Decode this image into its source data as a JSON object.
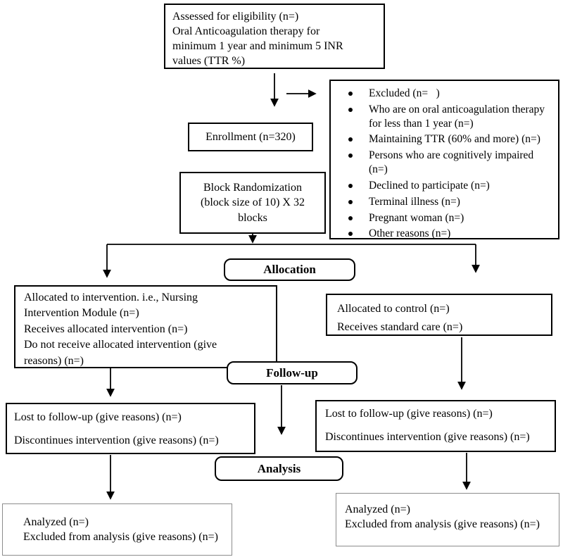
{
  "colors": {
    "background": "#ffffff",
    "line": "#000000",
    "ink": "#000000",
    "muted_border": "#8c8c8c"
  },
  "nodes": {
    "eligibility": {
      "text": "Assessed for eligibility (n=)\nOral Anticoagulation therapy for\nminimum 1 year and minimum 5 INR\nvalues (TTR %)"
    },
    "excluded": {
      "items": [
        "Excluded (n=   )",
        "Who are on oral anticoagulation therapy for less than 1 year (n=)",
        "Maintaining TTR (60% and more) (n=)",
        "Persons who are cognitively impaired (n=)",
        "Declined to participate (n=)",
        "Terminal illness (n=)",
        "Pregnant woman (n=)",
        "Other reasons (n=)"
      ]
    },
    "enrollment": {
      "text": "Enrollment (n=320)"
    },
    "randomization": {
      "text": "Block Randomization\n(block size of 10) X 32\nblocks"
    },
    "allocation_label": "Allocation",
    "alloc_intervention": {
      "text": "Allocated to intervention. i.e., Nursing\nIntervention Module (n=)\nReceives allocated intervention (n=)\nDo not receive allocated intervention (give\nreasons) (n=)"
    },
    "alloc_control": {
      "text": "Allocated to control (n=)\nReceives standard care (n=)"
    },
    "followup_label": "Follow-up",
    "followup_intervention": {
      "line1": "Lost to follow-up (give reasons) (n=)",
      "line2": "Discontinues intervention (give reasons) (n=)"
    },
    "followup_control": {
      "line1": "Lost to follow-up (give reasons) (n=)",
      "line2": "Discontinues intervention (give reasons) (n=)"
    },
    "analysis_label": "Analysis",
    "analyzed_intervention": {
      "text": "Analyzed (n=)\nExcluded from analysis (give reasons) (n=)"
    },
    "analyzed_control": {
      "text": "Analyzed (n=)\nExcluded from analysis (give reasons) (n=)"
    }
  }
}
